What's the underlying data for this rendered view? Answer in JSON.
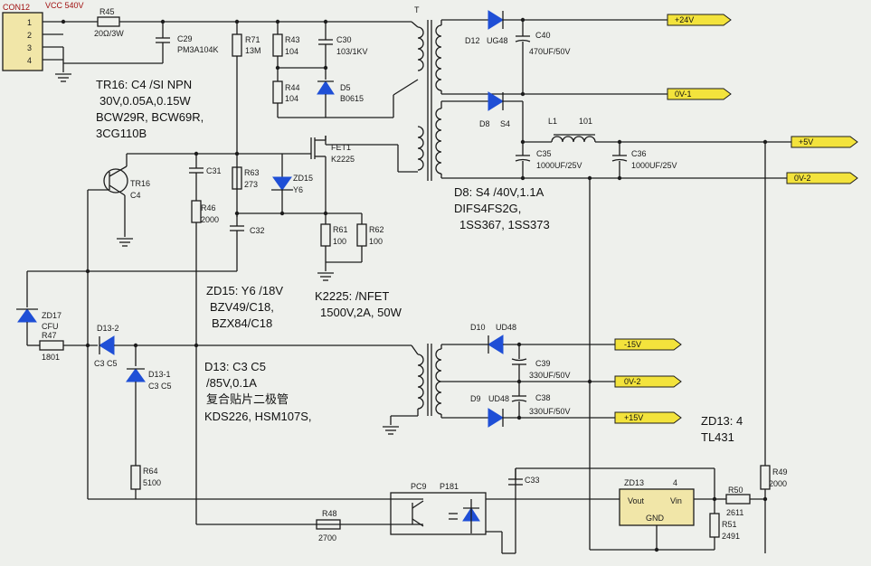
{
  "connector": {
    "ref": "CON12",
    "pins": [
      "1",
      "2",
      "3",
      "4"
    ],
    "vcc": "VCC 540V"
  },
  "parts": {
    "R45": {
      "ref": "R45",
      "val": "20Ω/3W"
    },
    "C29": {
      "ref": "C29",
      "val": "PM3A104K"
    },
    "R71": {
      "ref": "R71",
      "val": "13M"
    },
    "R43": {
      "ref": "R43",
      "val": "104"
    },
    "R44": {
      "ref": "R44",
      "val": "104"
    },
    "C30": {
      "ref": "C30",
      "val": "103/1KV"
    },
    "D5": {
      "ref": "D5",
      "val": "B0615"
    },
    "T": {
      "ref": "T"
    },
    "D12": {
      "ref": "D12",
      "val": "UG48"
    },
    "C40": {
      "ref": "C40",
      "val": "470UF/50V"
    },
    "D8": {
      "ref": "D8",
      "val": "S4"
    },
    "L1": {
      "ref": "L1",
      "val": "101"
    },
    "C35": {
      "ref": "C35",
      "val": "1000UF/25V"
    },
    "C36": {
      "ref": "C36",
      "val": "1000UF/25V"
    },
    "FET1": {
      "ref": "FET1",
      "val": "K2225"
    },
    "ZD15": {
      "ref": "ZD15",
      "val": "Y6"
    },
    "R63": {
      "ref": "R63",
      "val": "273"
    },
    "C31": {
      "ref": "C31"
    },
    "R46": {
      "ref": "R46",
      "val": "2000"
    },
    "C32": {
      "ref": "C32"
    },
    "R61": {
      "ref": "R61",
      "val": "100"
    },
    "R62": {
      "ref": "R62",
      "val": "100"
    },
    "TR16": {
      "ref": "TR16",
      "val": "C4"
    },
    "ZD17": {
      "ref": "ZD17",
      "val": "CFU"
    },
    "R47": {
      "ref": "R47",
      "val": "1801"
    },
    "D13_2": {
      "ref": "D13-2",
      "val": "C3 C5"
    },
    "D13_1": {
      "ref": "D13-1",
      "val": "C3 C5"
    },
    "R64": {
      "ref": "R64",
      "val": "5100"
    },
    "R48": {
      "ref": "R48",
      "val": "2700"
    },
    "PC9": {
      "ref": "PC9",
      "val": "P181"
    },
    "C33": {
      "ref": "C33"
    },
    "ZD13": {
      "ref": "ZD13",
      "num": "4",
      "vout": "Vout",
      "vin": "Vin",
      "gnd": "GND"
    },
    "R50": {
      "ref": "R50",
      "val": "2611"
    },
    "R51": {
      "ref": "R51",
      "val": "2491"
    },
    "R49": {
      "ref": "R49",
      "val": "2000"
    },
    "D10": {
      "ref": "D10",
      "val": "UD48"
    },
    "C39": {
      "ref": "C39",
      "val": "330UF/50V"
    },
    "D9": {
      "ref": "D9",
      "val": "UD48"
    },
    "C38": {
      "ref": "C38",
      "val": "330UF/50V"
    }
  },
  "ports": {
    "p24": "+24V",
    "p0v1": "0V-1",
    "p5": "+5V",
    "p0v2a": "0V-2",
    "m15": "-15V",
    "p0v2b": "0V-2",
    "p15": "+15V"
  },
  "notes": {
    "tr16": [
      "TR16: C4 /SI NPN",
      "30V,0.05A,0.15W",
      "BCW29R, BCW69R,",
      "3CG110B"
    ],
    "d8": [
      "D8: S4 /40V,1.1A",
      "DIFS4FS2G,",
      "1SS367, 1SS373"
    ],
    "zd15": [
      "ZD15: Y6 /18V",
      "BZV49/C18,",
      "BZX84/C18"
    ],
    "k2225": [
      "K2225: /NFET",
      "1500V,2A, 50W"
    ],
    "d13": [
      "D13: C3 C5",
      "/85V,0.1A",
      "复合贴片二极管",
      "KDS226, HSM107S,"
    ],
    "zd13": [
      "ZD13:  4",
      "TL431"
    ]
  }
}
